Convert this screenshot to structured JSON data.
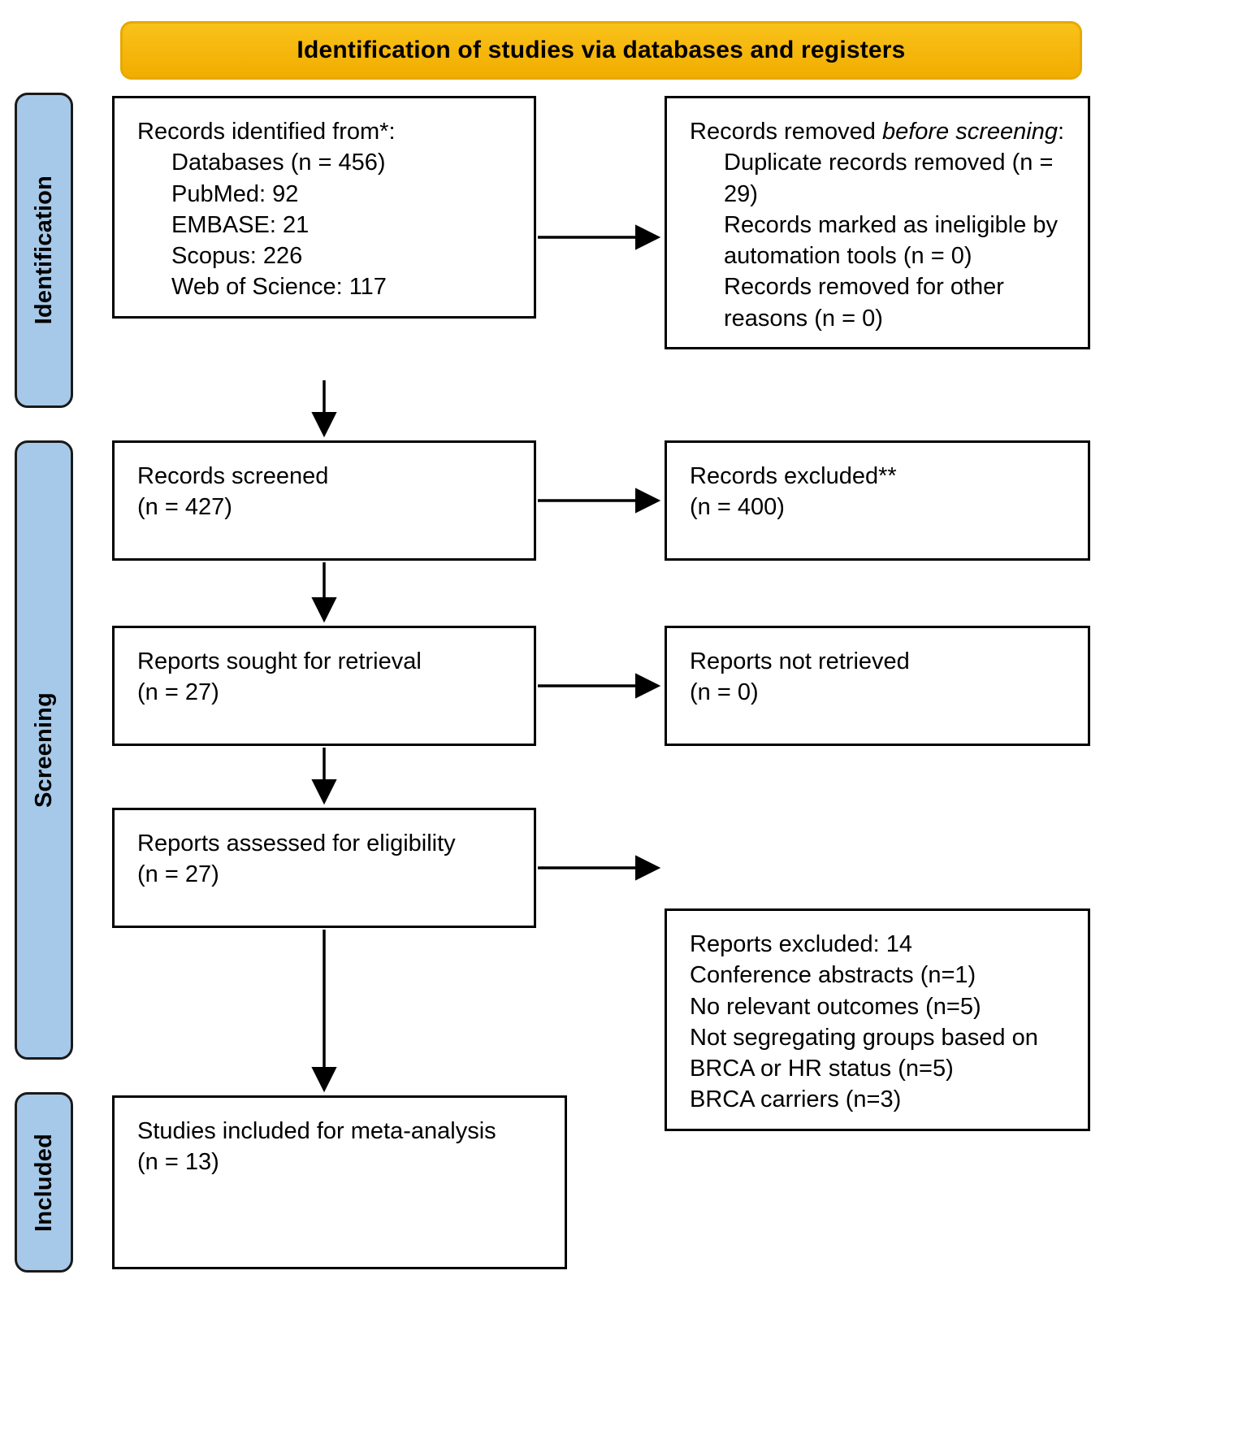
{
  "banner": {
    "title": "Identification of studies via databases and registers"
  },
  "rails": [
    {
      "key": "identification",
      "label": "Identification"
    },
    {
      "key": "screening",
      "label": "Screening"
    },
    {
      "key": "included",
      "label": "Included"
    }
  ],
  "boxes": {
    "identified": {
      "heading": "Records identified from*:",
      "lines": [
        "Databases (n = 456)",
        "PubMed: 92",
        "EMBASE: 21",
        "Scopus: 226",
        "Web of Science: 117"
      ]
    },
    "removed": {
      "heading_pre": "Records removed ",
      "heading_italic": "before screening",
      "heading_post": ":",
      "lines": [
        "Duplicate records removed (n = 29)",
        "Records marked as ineligible by automation tools (n = 0)",
        "Records removed for other reasons (n = 0)"
      ]
    },
    "screened": {
      "line1": "Records screened",
      "line2": "(n = 427)"
    },
    "records_excluded": {
      "line1": "Records excluded**",
      "line2": "(n = 400)"
    },
    "sought": {
      "line1": "Reports sought for retrieval",
      "line2": "(n = 27)"
    },
    "not_retrieved": {
      "line1": "Reports not retrieved",
      "line2": "(n = 0)"
    },
    "assessed": {
      "line1": "Reports assessed for eligibility",
      "line2": "(n = 27)"
    },
    "reports_excluded": {
      "heading": "Reports excluded: 14",
      "lines": [
        "Conference abstracts (n=1)",
        "No relevant outcomes (n=5)",
        "Not segregating groups based on BRCA or HR status (n=5)",
        "BRCA carriers (n=3)"
      ]
    },
    "included": {
      "line1": "Studies included for meta-analysis",
      "line2": "(n = 13)"
    }
  },
  "colors": {
    "banner": "#f5b800",
    "rail": "#a6c9e9",
    "box_border": "#000000",
    "arrow": "#000000"
  },
  "chart_data": {
    "type": "diagram",
    "title": "PRISMA 2020 flow diagram",
    "nodes": [
      {
        "id": "identified",
        "stage": "Identification",
        "label": "Records identified from databases",
        "n": 456
      },
      {
        "id": "removed",
        "stage": "Identification",
        "label": "Records removed before screening",
        "n": 29
      },
      {
        "id": "screened",
        "stage": "Screening",
        "label": "Records screened",
        "n": 427
      },
      {
        "id": "records_excluded",
        "stage": "Screening",
        "label": "Records excluded",
        "n": 400
      },
      {
        "id": "sought",
        "stage": "Screening",
        "label": "Reports sought for retrieval",
        "n": 27
      },
      {
        "id": "not_retrieved",
        "stage": "Screening",
        "label": "Reports not retrieved",
        "n": 0
      },
      {
        "id": "assessed",
        "stage": "Screening",
        "label": "Reports assessed for eligibility",
        "n": 27
      },
      {
        "id": "reports_excluded",
        "stage": "Screening",
        "label": "Reports excluded",
        "n": 14
      },
      {
        "id": "included",
        "stage": "Included",
        "label": "Studies included for meta-analysis",
        "n": 13
      }
    ],
    "sources": {
      "PubMed": 92,
      "EMBASE": 21,
      "Scopus": 226,
      "Web of Science": 117
    },
    "exclusion_reasons": {
      "Conference abstracts": 1,
      "No relevant outcomes": 5,
      "Not segregating groups based on BRCA or HR status": 5,
      "BRCA carriers": 3
    },
    "edges": [
      [
        "identified",
        "removed"
      ],
      [
        "identified",
        "screened"
      ],
      [
        "screened",
        "records_excluded"
      ],
      [
        "screened",
        "sought"
      ],
      [
        "sought",
        "not_retrieved"
      ],
      [
        "sought",
        "assessed"
      ],
      [
        "assessed",
        "reports_excluded"
      ],
      [
        "assessed",
        "included"
      ]
    ]
  }
}
